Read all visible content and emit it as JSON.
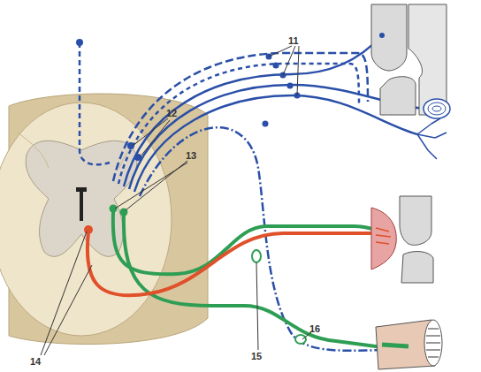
{
  "diagram": {
    "labels": [
      "11",
      "12",
      "13",
      "14",
      "15",
      "16"
    ]
  }
}
